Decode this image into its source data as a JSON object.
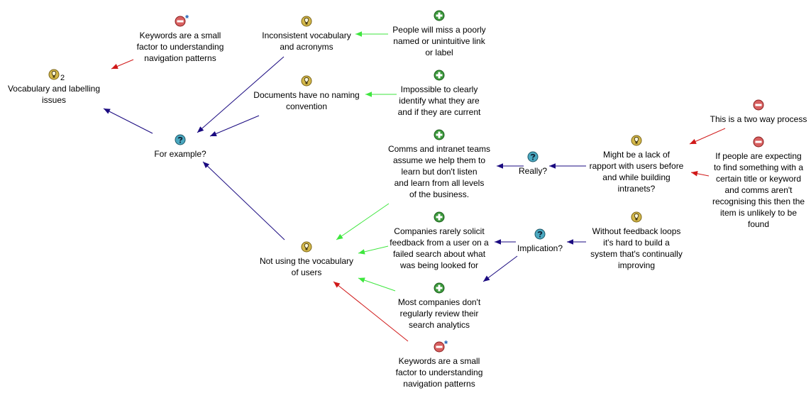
{
  "nodes": {
    "vocab_issues": {
      "label": "Vocabulary and labelling\nissues",
      "icon": "idea-icon",
      "count": "2"
    },
    "keywords_top": {
      "label": "Keywords are a small\nfactor to understanding\nnavigation patterns",
      "icon": "con-icon",
      "marker": "*"
    },
    "inconsistent": {
      "label": "Inconsistent vocabulary\nand acronyms",
      "icon": "idea-icon"
    },
    "miss_link": {
      "label": "People will miss a poorly\nnamed or unintuitive link\nor label",
      "icon": "pro-icon"
    },
    "documents": {
      "label": "Documents have no naming\nconvention",
      "icon": "idea-icon"
    },
    "impossible": {
      "label": "Impossible to clearly\nidentify what they are\nand if they are current",
      "icon": "pro-icon"
    },
    "for_example": {
      "label": "For example?",
      "icon": "question-icon"
    },
    "comms": {
      "label": "Comms and intranet teams\nassume we help them to\nlearn but don't listen\nand learn from all levels\nof the business.",
      "icon": "pro-icon"
    },
    "really": {
      "label": "Really?",
      "icon": "question-icon"
    },
    "rapport": {
      "label": "Might be a lack of\nrapport with users before\nand while building\nintranets?",
      "icon": "idea-icon"
    },
    "two_way": {
      "label": "This is a two way process",
      "icon": "con-icon"
    },
    "expecting": {
      "label": "If people are expecting\nto find something with a\ncertain title or keyword\nand comms aren't\nrecognising this then the\nitem is unlikely to be\nfound",
      "icon": "con-icon"
    },
    "not_using": {
      "label": "Not using the vocabulary\nof users",
      "icon": "idea-icon"
    },
    "companies": {
      "label": "Companies rarely solicit\nfeedback from a user on a\nfailed search about what\nwas being looked for",
      "icon": "pro-icon"
    },
    "implication": {
      "label": "Implication?",
      "icon": "question-icon"
    },
    "feedback": {
      "label": "Without feedback loops\nit's hard to build a\nsystem that's continually\nimproving",
      "icon": "idea-icon"
    },
    "analytics": {
      "label": "Most companies don't\nregularly review their\nsearch analytics",
      "icon": "pro-icon"
    },
    "keywords_bottom": {
      "label": "Keywords are a small\nfactor to understanding\nnavigation patterns",
      "icon": "con-icon",
      "marker": "*"
    }
  },
  "links": [
    {
      "from": "for_example",
      "to": "vocab_issues",
      "kind": "neutral"
    },
    {
      "from": "inconsistent",
      "to": "for_example",
      "kind": "neutral"
    },
    {
      "from": "documents",
      "to": "for_example",
      "kind": "neutral"
    },
    {
      "from": "not_using",
      "to": "for_example",
      "kind": "neutral"
    },
    {
      "from": "keywords_top",
      "to": "vocab_issues",
      "kind": "con"
    },
    {
      "from": "miss_link",
      "to": "inconsistent",
      "kind": "pro"
    },
    {
      "from": "impossible",
      "to": "documents",
      "kind": "pro"
    },
    {
      "from": "comms",
      "to": "not_using",
      "kind": "pro"
    },
    {
      "from": "companies",
      "to": "not_using",
      "kind": "pro"
    },
    {
      "from": "analytics",
      "to": "not_using",
      "kind": "pro"
    },
    {
      "from": "keywords_bottom",
      "to": "not_using",
      "kind": "con"
    },
    {
      "from": "really",
      "to": "comms",
      "kind": "neutral"
    },
    {
      "from": "rapport",
      "to": "really",
      "kind": "neutral"
    },
    {
      "from": "two_way",
      "to": "rapport",
      "kind": "con"
    },
    {
      "from": "expecting",
      "to": "rapport",
      "kind": "con"
    },
    {
      "from": "implication",
      "to": "companies",
      "kind": "neutral"
    },
    {
      "from": "implication",
      "to": "analytics",
      "kind": "neutral"
    },
    {
      "from": "feedback",
      "to": "implication",
      "kind": "neutral"
    }
  ],
  "colors": {
    "neutral": "#1a0a80",
    "pro": "#3ee63e",
    "con": "#d01818",
    "idea": "#d4b84a",
    "pro_icon": "#3c9a3c",
    "con_icon": "#d86060",
    "question": "#4aa8c0"
  }
}
